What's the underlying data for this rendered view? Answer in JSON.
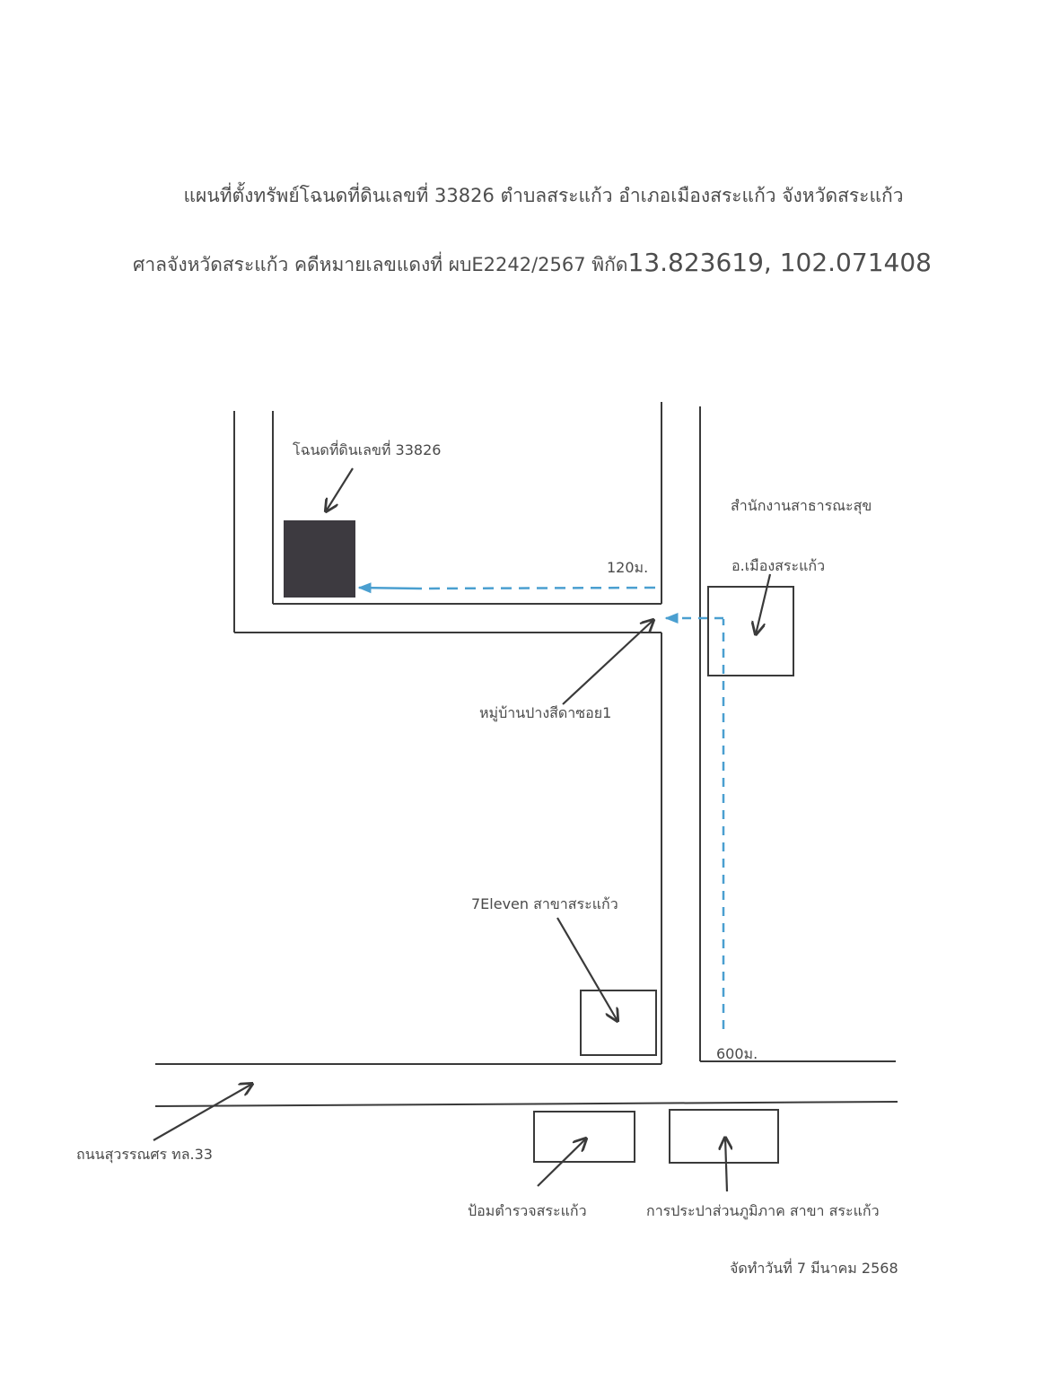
{
  "header": {
    "title_line1": "แผนที่ตั้งทรัพย์โฉนดที่ดินเลขที่ 33826 ตำบลสระแก้ว อำเภอเมืองสระแก้ว จังหวัดสระแก้ว",
    "title_line2_prefix": "ศาลจังหวัดสระแก้ว คดีหมายเลขแดงที่ ผบE2242/2567 พิกัด",
    "title_line2_coords": "13.823619, 102.071408"
  },
  "map": {
    "labels": {
      "land_deed": "โฉนดที่ดินเลขที่ 33826",
      "health_office_line1": "สำนักงานสาธารณะสุข",
      "health_office_line2": "อ.เมืองสระแก้ว",
      "distance_120": "120ม.",
      "village": "หมู่บ้านปางสีดาซอย1",
      "seven_eleven": "7Eleven สาขาสระแก้ว",
      "distance_600": "600ม.",
      "road": "ถนนสุวรรณศร ทล.33",
      "police_box": "ป้อมตำรวจสระแก้ว",
      "water_authority": "การประปาส่วนภูมิภาค สาขา สระแก้ว"
    },
    "colors": {
      "road_line": "#3a3a3a",
      "route_dashed": "#4a9fd0",
      "target_parcel": "#3d3a40",
      "arrow": "#3a3a3a"
    }
  },
  "footer": {
    "date": "จัดทำวันที่ 7 มีนาคม 2568"
  }
}
